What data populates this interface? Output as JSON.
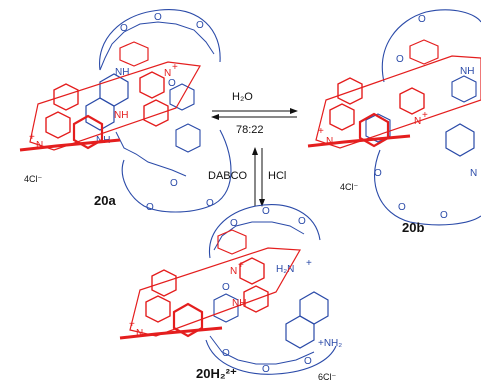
{
  "compounds": {
    "a": {
      "label": "20a",
      "counterion": "4Cl⁻"
    },
    "b": {
      "label": "20b",
      "counterion": "4Cl⁻"
    },
    "h": {
      "label": "20H₂²⁺",
      "counterion": "6Cl⁻"
    }
  },
  "arrows": {
    "horizontal": {
      "top": "H₂O",
      "bottom": "78:22"
    },
    "vertical": {
      "left": "DABCO",
      "right": "HCl"
    }
  },
  "atoms": {
    "nh": "NH",
    "nplus": "N",
    "nhplus": "NH",
    "plus": "+",
    "o": "O",
    "h2n": "H₂N",
    "nh2": "NH₂",
    "plusnh2": "+NH₂",
    "n": "N",
    "partial_nh": "NH",
    "partial_n": "N"
  },
  "colors": {
    "host_ring": "#e41e1e",
    "thread": "#2a4aa8",
    "text": "#111111"
  }
}
